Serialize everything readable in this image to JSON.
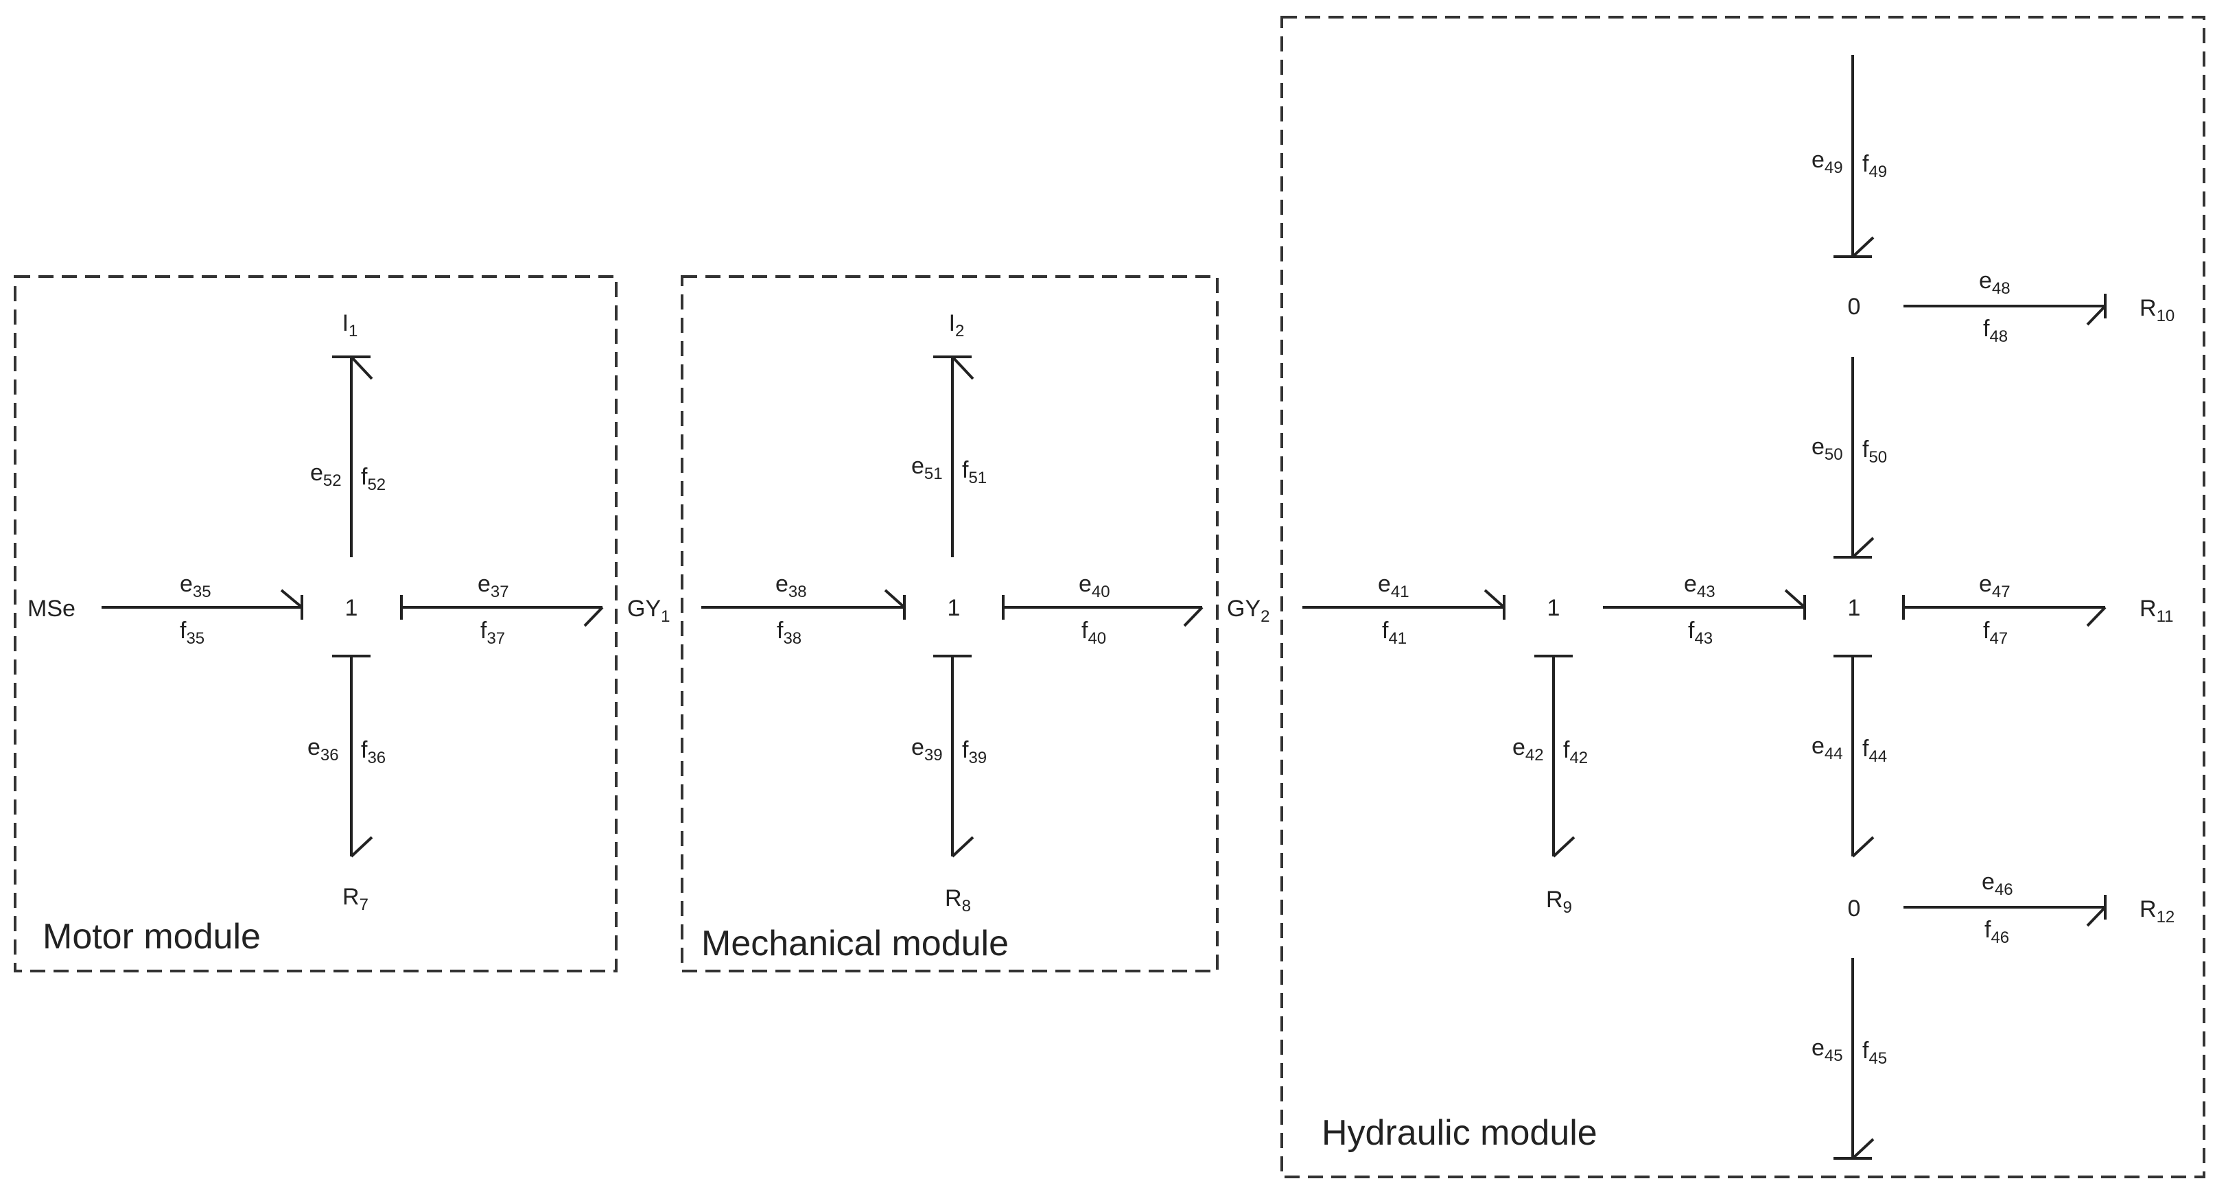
{
  "modules": {
    "motor": "Motor module",
    "mechanical": "Mechanical module",
    "hydraulic": "Hydraulic module"
  },
  "elements": {
    "mse": "MSe",
    "i1": {
      "b": "I",
      "s": "1"
    },
    "i2": {
      "b": "I",
      "s": "2"
    },
    "r7": {
      "b": "R",
      "s": "7"
    },
    "r8": {
      "b": "R",
      "s": "8"
    },
    "r9": {
      "b": "R",
      "s": "9"
    },
    "r10": {
      "b": "R",
      "s": "10"
    },
    "r11": {
      "b": "R",
      "s": "11"
    },
    "r12": {
      "b": "R",
      "s": "12"
    },
    "gy1": {
      "b": "GY",
      "s": "1"
    },
    "gy2": {
      "b": "GY",
      "s": "2"
    }
  },
  "junctions": {
    "j1a": "1",
    "j1b": "1",
    "j1c": "1",
    "j1d": "1",
    "j0top": "0",
    "j0bot": "0"
  },
  "bonds": {
    "e35": "35",
    "f35": "35",
    "e36": "36",
    "f36": "36",
    "e37": "37",
    "f37": "37",
    "e38": "38",
    "f38": "38",
    "e39": "39",
    "f39": "39",
    "e40": "40",
    "f40": "40",
    "e41": "41",
    "f41": "41",
    "e42": "42",
    "f42": "42",
    "e43": "43",
    "f43": "43",
    "e44": "44",
    "f44": "44",
    "e45": "45",
    "f45": "45",
    "e46": "46",
    "f46": "46",
    "e47": "47",
    "f47": "47",
    "e48": "48",
    "f48": "48",
    "e49": "49",
    "f49": "49",
    "e50": "50",
    "f50": "50",
    "e51": "51",
    "f51": "51",
    "e52": "52",
    "f52": "52"
  }
}
